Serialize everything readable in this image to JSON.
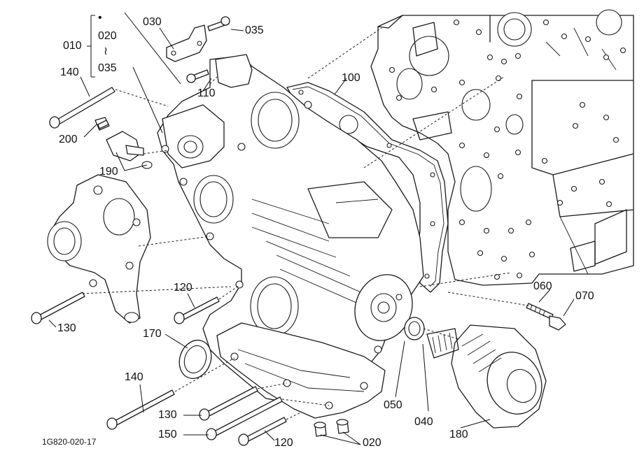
{
  "callouts": {
    "p010": "010",
    "p020": "020",
    "p035": "035",
    "p030": "030",
    "p035b": "035",
    "p140a": "140",
    "p110": "110",
    "p100": "100",
    "p200": "200",
    "p190": "190",
    "p120a": "120",
    "p130a": "130",
    "p170": "170",
    "p060": "060",
    "p070": "070",
    "p140b": "140",
    "p130b": "130",
    "p150": "150",
    "p120b": "120",
    "p020b": "020",
    "p050": "050",
    "p040": "040",
    "p180": "180"
  },
  "range_marks": {
    "dot": "•",
    "tilde": "≀"
  },
  "drawing_code": "1G820-020-17",
  "icons": [
    "engine-block",
    "gear-case",
    "gasket",
    "water-pump",
    "oil-filter",
    "oil-seal",
    "bolt",
    "plug"
  ]
}
